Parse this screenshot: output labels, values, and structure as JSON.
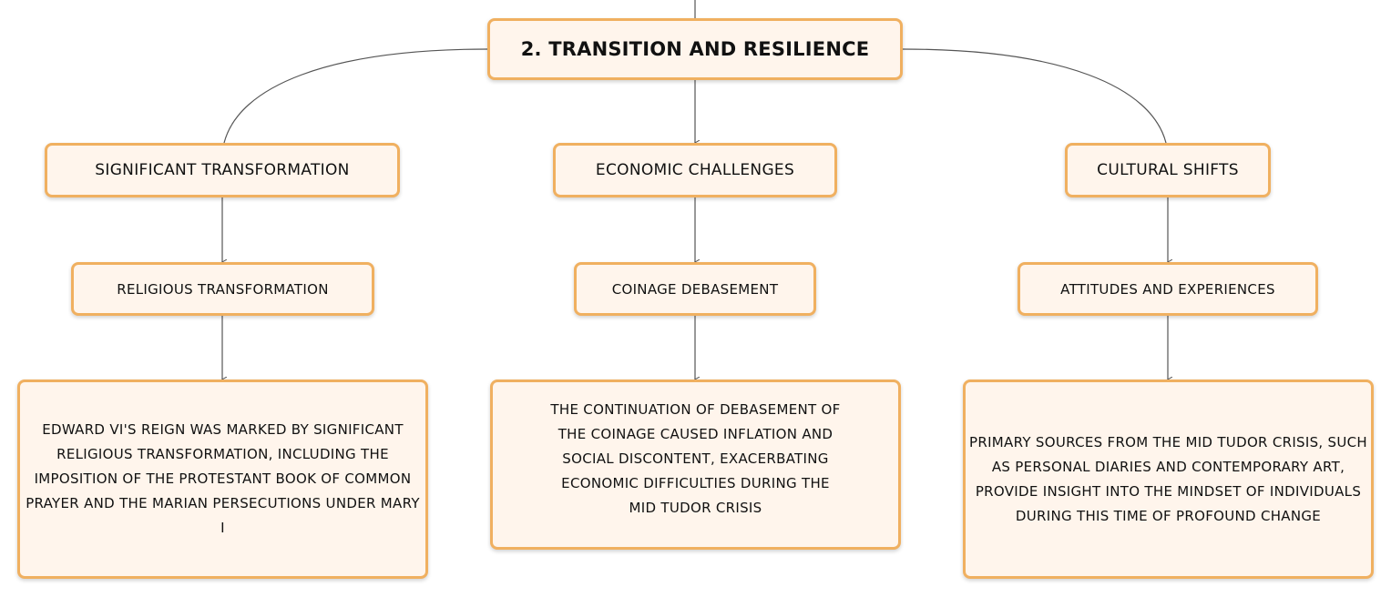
{
  "colors": {
    "node_border": "#f0b060",
    "node_fill": "#fff5ec",
    "connector": "#555555"
  },
  "diagram": {
    "root": {
      "label": "2. TRANSITION AND RESILIENCE"
    },
    "branches": [
      {
        "label": "SIGNIFICANT TRANSFORMATION",
        "child": {
          "label": "RELIGIOUS TRANSFORMATION",
          "detail": "EDWARD VI'S REIGN WAS MARKED BY SIGNIFICANT RELIGIOUS TRANSFORMATION, INCLUDING THE IMPOSITION OF THE PROTESTANT BOOK OF COMMON PRAYER AND THE MARIAN PERSECUTIONS UNDER MARY I"
        }
      },
      {
        "label": "ECONOMIC CHALLENGES",
        "child": {
          "label": "COINAGE DEBASEMENT",
          "detail": "THE CONTINUATION OF DEBASEMENT OF THE COINAGE CAUSED INFLATION AND SOCIAL DISCONTENT, EXACERBATING ECONOMIC DIFFICULTIES DURING THE MID TUDOR CRISIS"
        }
      },
      {
        "label": "CULTURAL SHIFTS",
        "child": {
          "label": "ATTITUDES AND EXPERIENCES",
          "detail": "PRIMARY SOURCES FROM THE MID TUDOR CRISIS, SUCH AS PERSONAL DIARIES AND CONTEMPORARY ART, PROVIDE INSIGHT INTO THE MINDSET OF INDIVIDUALS DURING THIS TIME OF PROFOUND CHANGE"
        }
      }
    ]
  }
}
